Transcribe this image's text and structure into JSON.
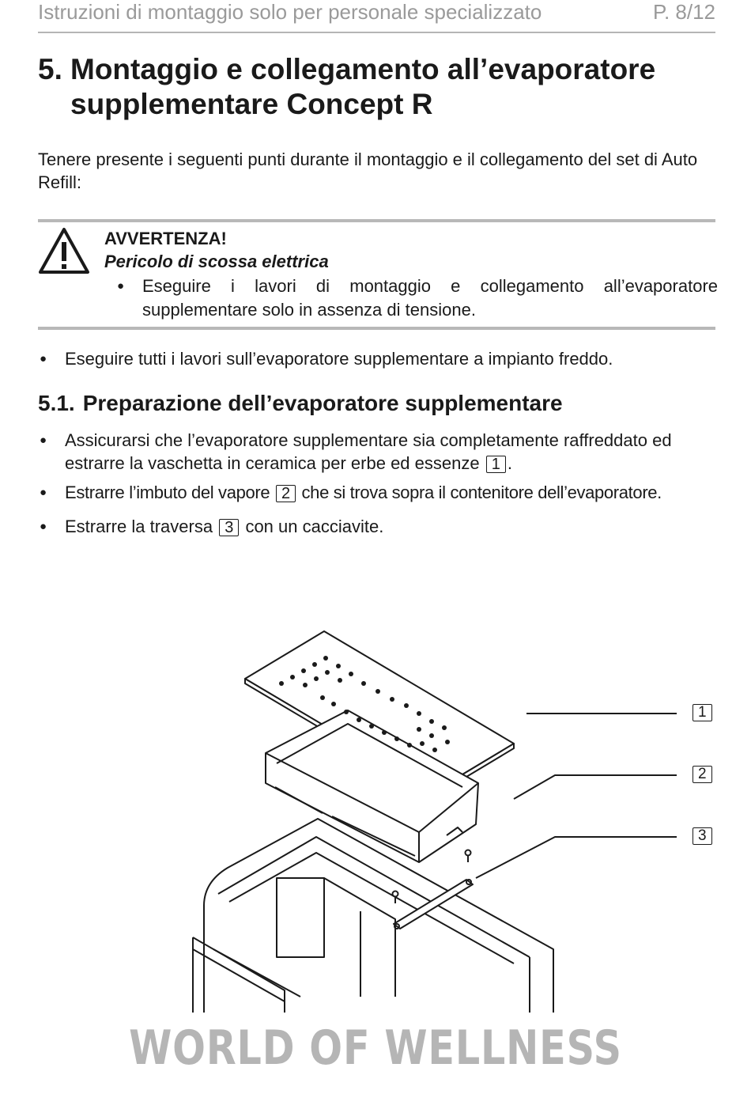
{
  "header": {
    "title": "Istruzioni di montaggio solo per personale specializzato",
    "page": "P. 8/12"
  },
  "section": {
    "number": "5.",
    "title": "Montaggio e collegamento all’evaporatore supplementare Concept R"
  },
  "intro": "Tenere presente i seguenti punti durante il montaggio e il collegamento del set di Auto Refill:",
  "warning": {
    "icon": "warning-triangle-icon",
    "heading": "AVVERTENZA!",
    "subheading": "Pericolo di scossa elettrica",
    "item": "Eseguire i lavori di montaggio e collegamento all’evaporatore supplementare solo in assenza di tensione."
  },
  "bullet_cold": "Eseguire tutti i lavori sull’evaporatore supplementare a impianto freddo.",
  "subsection": {
    "number": "5.1.",
    "title": "Preparazione dell’evaporatore supplementare"
  },
  "steps": {
    "s1_pre": "Assicurarsi che l’evaporatore supplementare sia completamente raffreddato ed estrarre la vaschetta in ceramica per erbe ed essenze",
    "s1_ref": "1",
    "s1_post": ".",
    "s2_pre": "Estrarre l’imbuto del vapore",
    "s2_ref": "2",
    "s2_post": "che si trova sopra il contenitore dell’evaporatore.",
    "s3_pre": "Estrarre la traversa",
    "s3_ref": "3",
    "s3_post": "con un cacciavite."
  },
  "figure": {
    "labels": [
      "1",
      "2",
      "3"
    ]
  },
  "brand": "WORLD OF WELLNESS",
  "colors": {
    "rule": "#b5b5b5",
    "brand": "#b5b5b5",
    "text": "#1a1a1a"
  }
}
